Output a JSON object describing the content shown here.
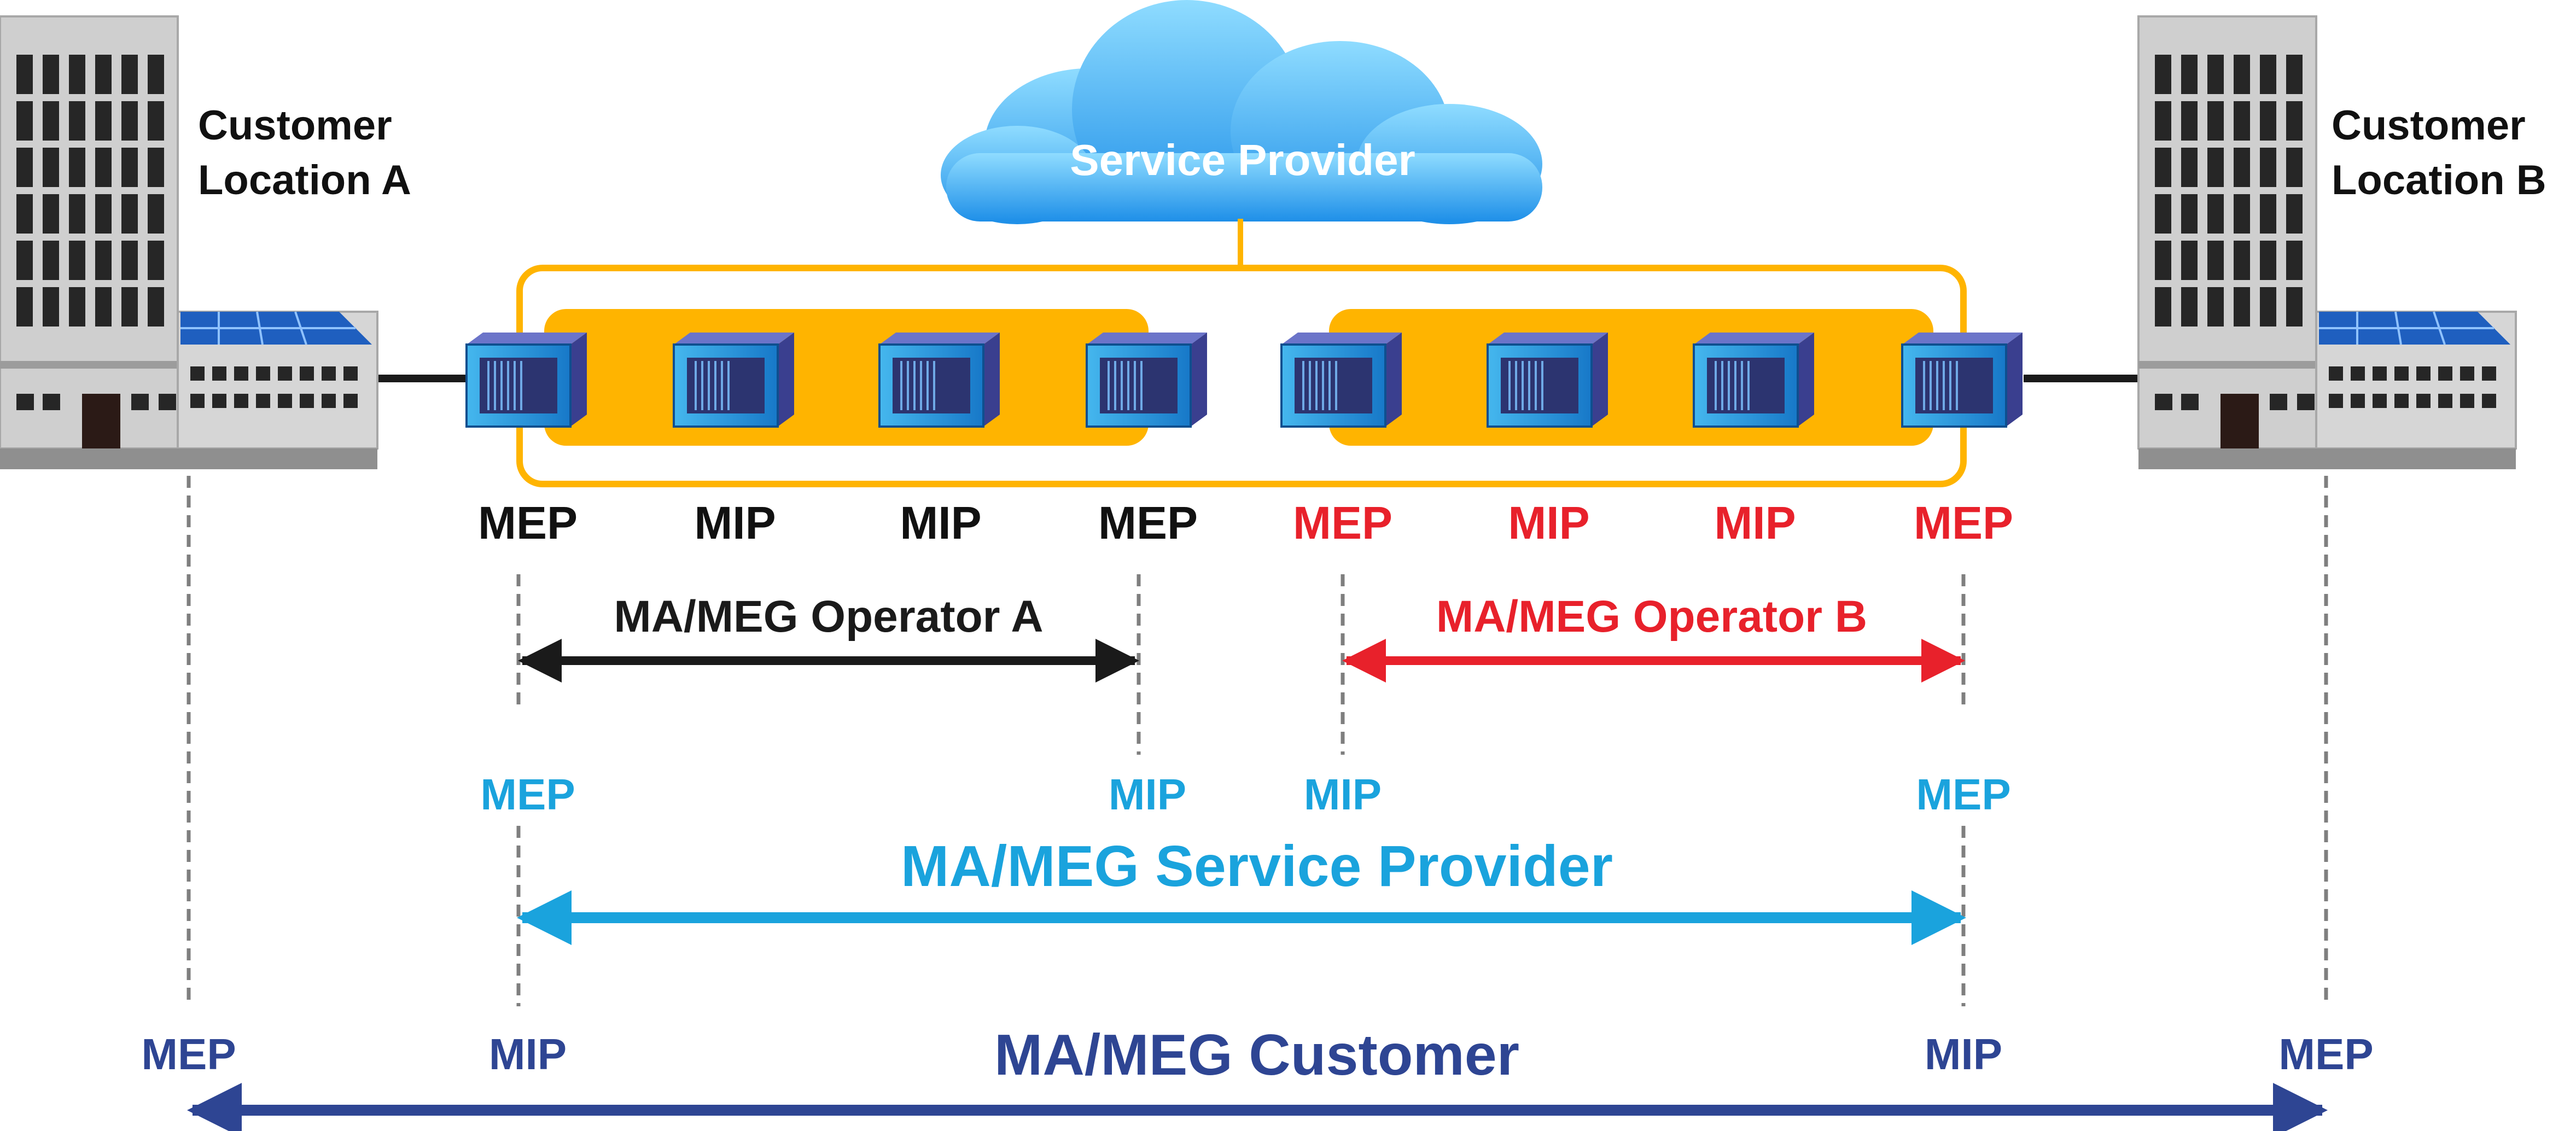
{
  "cloud": {
    "label": "Service Provider"
  },
  "locations": {
    "a": {
      "line1": "Customer",
      "line2": "Location A"
    },
    "b": {
      "line1": "Customer",
      "line2": "Location B"
    }
  },
  "device_labels": [
    {
      "text": "MEP",
      "color": "#111111"
    },
    {
      "text": "MIP",
      "color": "#111111"
    },
    {
      "text": "MIP",
      "color": "#111111"
    },
    {
      "text": "MEP",
      "color": "#111111"
    },
    {
      "text": "MEP",
      "color": "#e8212b"
    },
    {
      "text": "MIP",
      "color": "#e8212b"
    },
    {
      "text": "MIP",
      "color": "#e8212b"
    },
    {
      "text": "MEP",
      "color": "#e8212b"
    }
  ],
  "domains": {
    "operator_a": {
      "title": "MA/MEG Operator A",
      "color": "#1a1a1a"
    },
    "operator_b": {
      "title": "MA/MEG Operator B",
      "color": "#e8212b"
    },
    "service_provider": {
      "title": "MA/MEG Service Provider",
      "color": "#1aa3dd",
      "endpoints": [
        "MEP",
        "MIP",
        "MIP",
        "MEP"
      ]
    },
    "customer": {
      "title": "MA/MEG Customer",
      "color": "#2e4593",
      "endpoints": [
        "MEP",
        "MIP",
        "MIP",
        "MEP"
      ]
    }
  },
  "colors": {
    "operator_band": "#ffb400",
    "building_gray": "#c8c8c8",
    "building_dark": "#2a2a2a",
    "device_blue": "#1e90d8",
    "cloud": "#3aa8ee"
  }
}
